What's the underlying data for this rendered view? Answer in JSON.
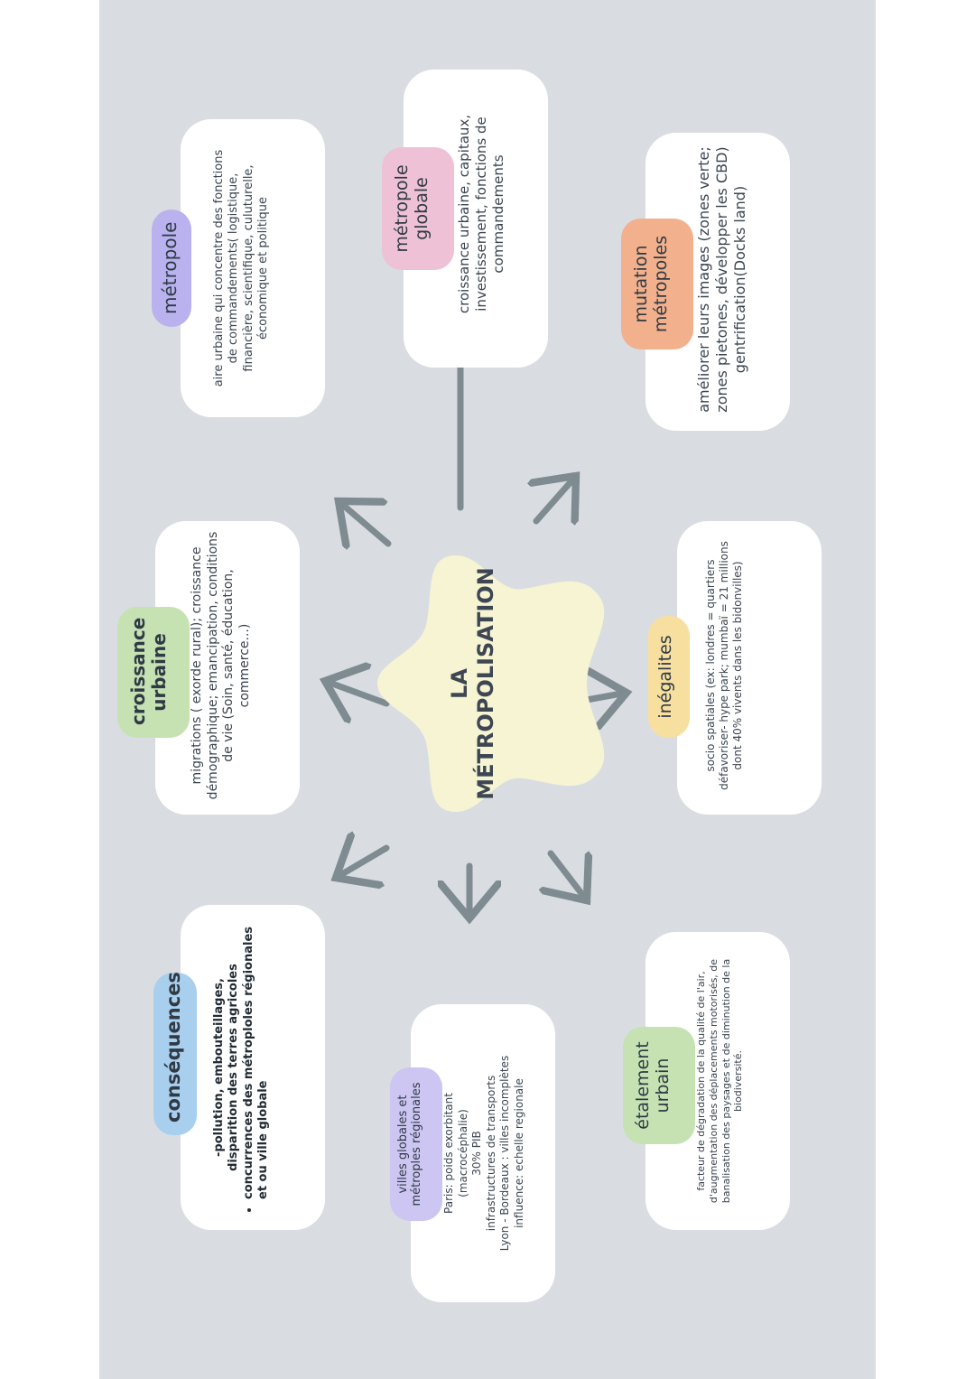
{
  "center": {
    "line1": "LA",
    "line2": "MÉTROPOLISATION"
  },
  "colors": {
    "background": "#d9dde2",
    "card": "#ffffff",
    "center_blob": "#f6f4d2",
    "arrow": "#7e8b91",
    "purple": "#b9b2ee",
    "pink": "#eec1d6",
    "orange": "#f2b08c",
    "green": "#c6e2b3",
    "yellow": "#f7dfa0",
    "blue": "#a9cfee",
    "lavender": "#cdc5f2"
  },
  "nodes": {
    "metropole": {
      "tag": "métropole",
      "text": "aire urbaine qui concentre des fonctions de commandements( logistique, financière, scientifique, culuturelle, économique et politique"
    },
    "metropole_globale": {
      "tag_line1": "métropole",
      "tag_line2": "globale",
      "text": "croissance urbaine, capitaux, investissement, fonctions de commandements"
    },
    "mutation": {
      "tag_line1": "mutation",
      "tag_line2": "métropoles",
      "text": "améliorer leurs images (zones verte; zones pietones, développer les CBD) gentrification(Docks land)"
    },
    "croissance": {
      "tag_line1": "croissance",
      "tag_line2": "urbaine",
      "text": "migrations ( exorde rural); croissance démographique; emancipation, conditions de vie (Soin, santé, éducation, commerce...)"
    },
    "inegalites": {
      "tag": "inégalites",
      "text": "socio spatiales (ex: londres = quartiers défavoriser- hype park; mumbaï = 21 millions dont 40% vivents dans les bidonvilles)"
    },
    "consequences": {
      "tag": "conséquences",
      "line1": "-pollution, embouteillages,",
      "line2": "disparition des terres agricoles",
      "bullet": "concurrences des métroploles régionales et ou ville globale"
    },
    "villes": {
      "tag_line1": "villes globales et",
      "tag_line2": "métroples régionales",
      "lines": [
        "Paris: poids exorbitant",
        "(macrocéphalie)",
        "30% PIB",
        "infrastructures de transports",
        "Lyon - Bordeaux : villes incomplètes",
        "influence: echelle regionale"
      ]
    },
    "etalement": {
      "tag_line1": "étalement",
      "tag_line2": "urbain",
      "text": "facteur de dégradation de la qualité de l'air, d'augmentation des déplacements motorisés, de banalisation des paysages et de diminution de la biodiversité."
    }
  }
}
